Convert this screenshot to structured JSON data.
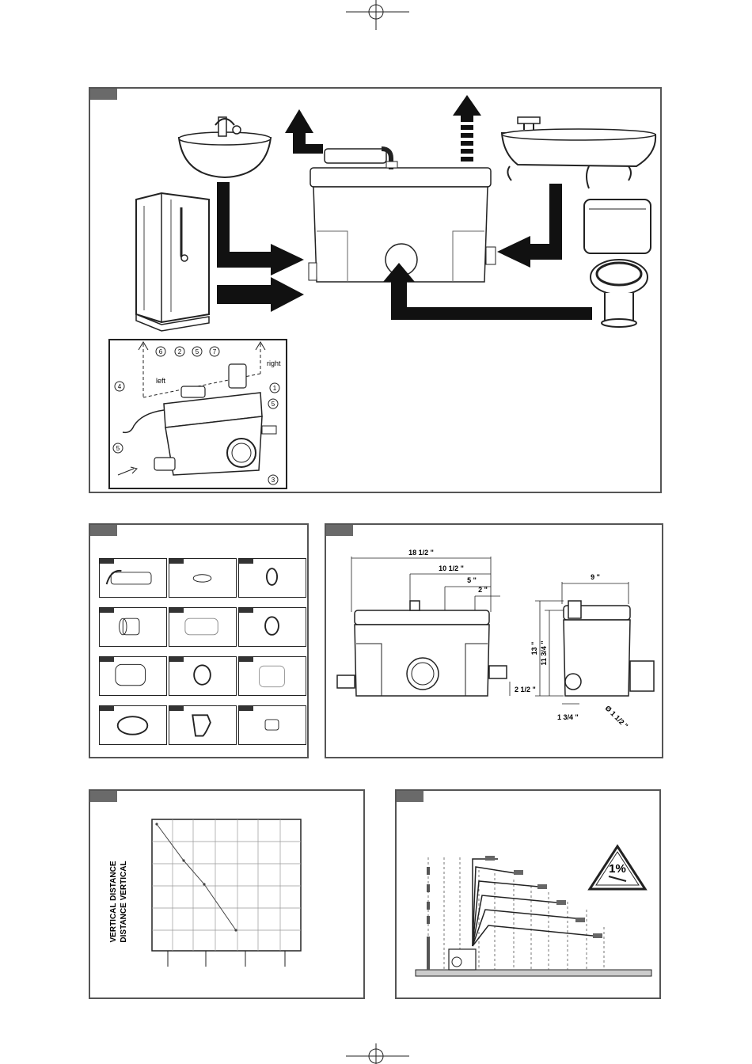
{
  "panel1": {
    "inset": {
      "callouts": [
        "6",
        "2",
        "5",
        "7",
        "1",
        "4",
        "5",
        "5",
        "3"
      ],
      "left_label": "left",
      "right_label": "right"
    }
  },
  "panel2": {
    "grid_rows": 4,
    "grid_cols": 3
  },
  "panel3": {
    "dims": {
      "width_total": "18 1/2 \"",
      "width_mid": "10 1/2 \"",
      "width_small": "5 \"",
      "width_2": "2 \"",
      "depth": "9 \"",
      "height_total": "13 \"",
      "height_inner": "11 3/4 \"",
      "inlet_height": "2 1/2 \"",
      "side_offset": "1 3/4 \"",
      "diameter": "Ø 1 1/2 \""
    }
  },
  "panel4": {
    "ylabel_en": "VERTICAL DISTANCE",
    "ylabel_fr": "DISTANCE VERTICAL"
  },
  "panel5": {
    "warning": "1%"
  }
}
